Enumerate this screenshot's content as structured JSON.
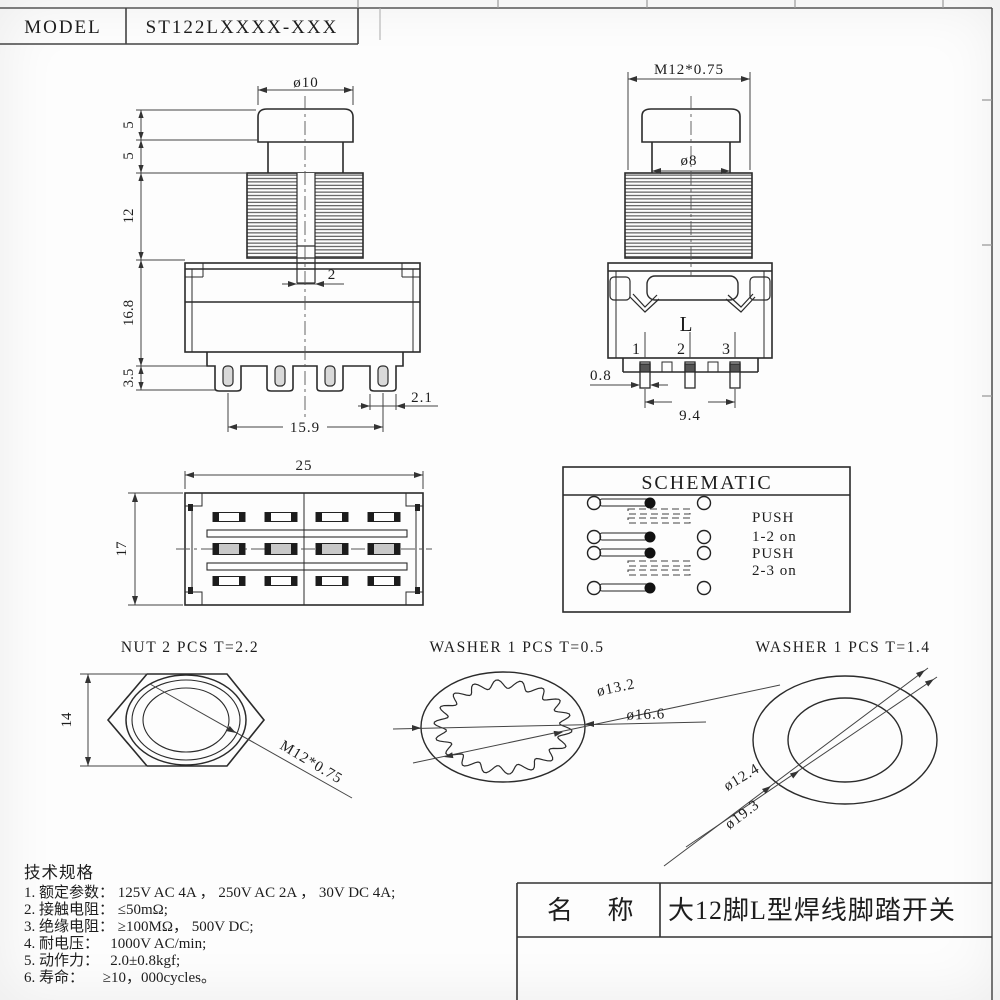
{
  "sheet": {
    "model_label": "MODEL",
    "model_value": "ST122LXXXX-XXX"
  },
  "front_view": {
    "dim_cap_dia": "ø10",
    "dim_cap_h": "5",
    "dim_stem_h": "5",
    "dim_thread_h": "12",
    "dim_body_h": "16.8",
    "dim_pin_h": "3.5",
    "dim_slot_w": "2",
    "dim_pin_w": "2.1",
    "dim_pin_span": "15.9"
  },
  "side_view": {
    "dim_thread": "M12*0.75",
    "dim_stem_dia": "ø8",
    "dim_pin_t": "0.8",
    "dim_pin_span": "9.4",
    "body_mark": "L",
    "pin_labels": [
      "1",
      "2",
      "3"
    ]
  },
  "bottom_view": {
    "dim_width": "25",
    "dim_height": "17"
  },
  "schematic": {
    "title": "SCHEMATIC",
    "note_lines": [
      "PUSH",
      "1-2 on",
      "PUSH",
      "2-3 on"
    ]
  },
  "nut": {
    "title": "NUT 2 PCS T=2.2",
    "dim_across_flats": "14",
    "dim_thread": "M12*0.75"
  },
  "washer_star": {
    "title": "WASHER 1 PCS T=0.5",
    "dim_inner": "ø13.2",
    "dim_outer": "ø16.6"
  },
  "washer_flat": {
    "title": "WASHER 1 PCS T=1.4",
    "dim_inner": "ø12.4",
    "dim_outer": "ø19.3"
  },
  "specs": {
    "heading": "技术规格",
    "items": [
      "1. 额定参数： 125V AC 4A ， 250V AC 2A ， 30V DC 4A;",
      "2. 接触电阻： ≤50mΩ;",
      "3. 绝缘电阻： ≥100MΩ， 500V DC;",
      "4. 耐电压：   1000V AC/min;",
      "5. 动作力：   2.0±0.8kgf;",
      "6. 寿命：     ≥10，000cycles。"
    ]
  },
  "title_block": {
    "name_label": "名 称",
    "name_value": "大12脚L型焊线脚踏开关"
  }
}
